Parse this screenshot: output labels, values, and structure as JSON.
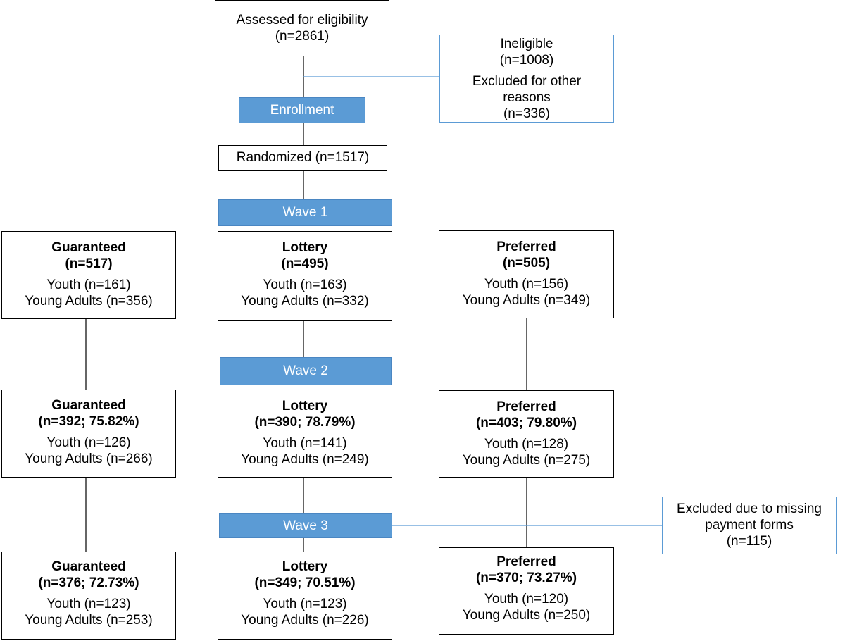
{
  "top": {
    "assessed": {
      "label": "Assessed for eligibility",
      "count": "(n=2861)"
    },
    "exclusion": {
      "ineligible": "Ineligible",
      "ineligible_count": "(n=1008)",
      "other_line1": "Excluded  for other",
      "other_line2": "reasons",
      "other_count": "(n=336)"
    },
    "enrollment": "Enrollment",
    "randomized": "Randomized  (n=1517)"
  },
  "waves": [
    "Wave 1",
    "Wave 2",
    "Wave 3"
  ],
  "wave3_exclusion": {
    "line1": "Excluded  due to missing",
    "line2": "payment forms",
    "count": "(n=115)"
  },
  "groups": [
    {
      "name": "Guaranteed",
      "wave1": {
        "count": "(n=517)",
        "youth": "Youth  (n=161)",
        "adults": "Young  Adults  (n=356)"
      },
      "wave2": {
        "count": "(n=392; 75.82%)",
        "youth": "Youth  (n=126)",
        "adults": "Young  Adults  (n=266)"
      },
      "wave3": {
        "count": "(n=376; 72.73%)",
        "youth": "Youth  (n=123)",
        "adults": "Young  Adults  (n=253)"
      }
    },
    {
      "name": "Lottery",
      "wave1": {
        "count": "(n=495)",
        "youth": "Youth  (n=163)",
        "adults": "Young  Adults  (n=332)"
      },
      "wave2": {
        "count": "(n=390; 78.79%)",
        "youth": "Youth  (n=141)",
        "adults": "Young  Adults  (n=249)"
      },
      "wave3": {
        "count": "(n=349; 70.51%)",
        "youth": "Youth  (n=123)",
        "adults": "Young  Adults  (n=226)"
      }
    },
    {
      "name": "Preferred",
      "wave1": {
        "count": "(n=505)",
        "youth": "Youth  (n=156)",
        "adults": "Young  Adults  (n=349)"
      },
      "wave2": {
        "count": "(n=403; 79.80%)",
        "youth": "Youth  (n=128)",
        "adults": "Young  Adults  (n=275)"
      },
      "wave3": {
        "count": "(n=370; 73.27%)",
        "youth": "Youth  (n=120)",
        "adults": "Young  Adults  (n=250)"
      }
    }
  ],
  "colors": {
    "band": "#5b9bd5",
    "band_text": "#ffffff",
    "note_border": "#5b9bd5",
    "box_border": "#000000"
  }
}
